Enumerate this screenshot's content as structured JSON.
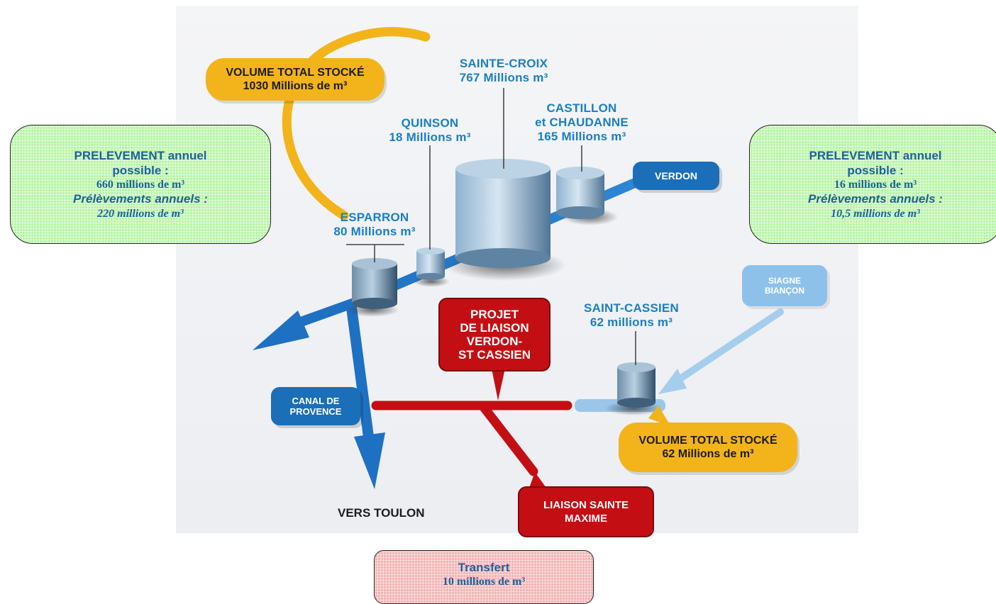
{
  "reservoirs": {
    "sainte_croix": {
      "name": "SAINTE-CROIX",
      "volume": "767 Millions m³"
    },
    "quinson": {
      "name": "QUINSON",
      "volume": "18 Millions m³"
    },
    "castillon": {
      "name_line1": "CASTILLON",
      "name_line2": "et CHAUDANNE",
      "volume": "165 Millions m³"
    },
    "esparron": {
      "name": "ESPARRON",
      "volume": "80 Millions m³"
    },
    "saint_cassien": {
      "name": "SAINT-CASSIEN",
      "volume": "62 millions m³"
    }
  },
  "total_verdon": {
    "title": "VOLUME TOTAL STOCKÉ",
    "value": "1030 Millions de m³"
  },
  "total_cassien": {
    "title": "VOLUME TOTAL STOCKÉ",
    "value": "62 Millions de m³"
  },
  "left_box": {
    "line1a": "PRELEVEMENT annuel",
    "line1b": "possible :",
    "line2": "660 millions de m³",
    "line3": "Prélèvements annuels :",
    "line4": "220 millions de m³"
  },
  "right_box": {
    "line1a": "PRELEVEMENT annuel",
    "line1b": "possible :",
    "line2": "16 millions de m³",
    "line3": "Prélèvements annuels :",
    "line4": "10,5 millions de m³"
  },
  "tags": {
    "verdon": "VERDON",
    "canal_line1": "CANAL DE",
    "canal_line2": "PROVENCE",
    "siagne_line1": "SIAGNE",
    "siagne_line2": "BIANÇON",
    "projet_line1": "PROJET",
    "projet_line2": "DE LIAISON",
    "projet_line3": "VERDON-",
    "projet_line4": "ST CASSIEN",
    "sainte_maxime_line1": "LIAISON SAINTE",
    "sainte_maxime_line2": "MAXIME",
    "vers_toulon": "VERS TOULON"
  },
  "transfer": {
    "title": "Transfert",
    "value": "10 millions de m³"
  },
  "colors": {
    "blue_label": "#1a7fc1",
    "yellow": "#f2b41a",
    "red": "#c30f14",
    "green": "#b6f5a5",
    "pink": "#f4b3b3",
    "river": "#1a6fb8"
  }
}
